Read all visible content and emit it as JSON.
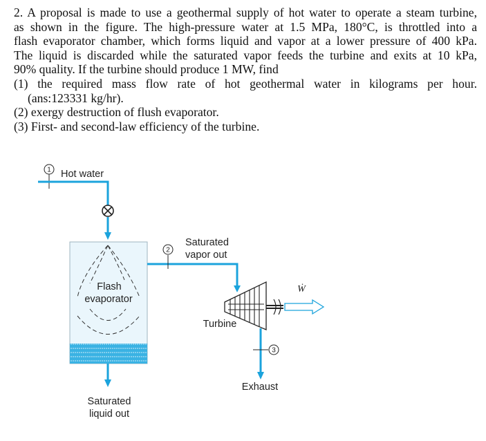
{
  "problem": {
    "lines": [
      "2. A proposal is made to use a geothermal supply of hot water to operate a steam turbine,",
      "as shown in the figure. The high-pressure water at 1.5 MPa, 180°C, is throttled into a",
      "flash evaporator chamber, which forms liquid and vapor at a lower pressure of 400 kPa.",
      "The liquid is discarded while the saturated vapor feeds the turbine and exits at 10 kPa,",
      "90% quality. If the turbine should produce 1 MW, find",
      "(1) the required mass flow rate of hot geothermal water in kilograms per hour.",
      "(ans:123331 kg/hr).",
      "(2) exergy destruction of flush evaporator.",
      "(3) First- and second-law efficiency of the turbine."
    ]
  },
  "diagram": {
    "state1": "1",
    "state2": "2",
    "state3": "3",
    "hot_water": "Hot water",
    "saturated_vapor_out": [
      "Saturated",
      "vapor out"
    ],
    "flash_evaporator": [
      "Flash",
      "evaporator"
    ],
    "turbine": "Turbine",
    "work": "Ẇ",
    "exhaust": "Exhaust",
    "saturated_liquid_out": [
      "Saturated",
      "liquid out"
    ],
    "colors": {
      "pipe": "#1ba3dc",
      "liquid": "#3ab2e3",
      "chamber_fill": "#eaf6fc",
      "line": "#222222"
    }
  }
}
